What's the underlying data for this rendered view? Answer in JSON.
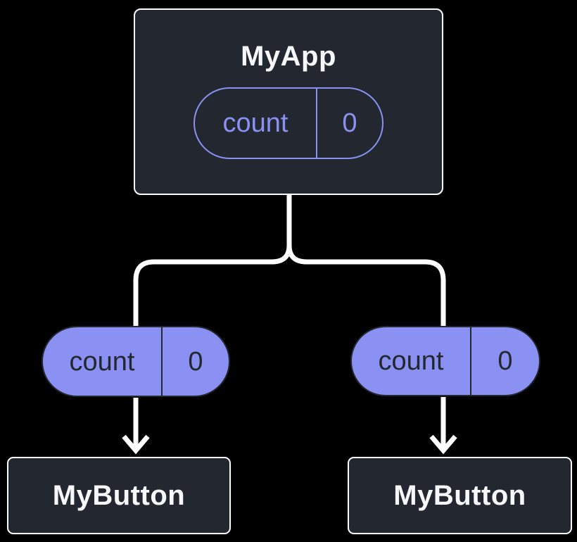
{
  "diagram": {
    "description": "Component tree state diagram",
    "colors": {
      "background": "#000000",
      "node_fill": "#23272F",
      "node_border": "#FFFFFF",
      "node_text": "#F6F7F9",
      "purple": "#8A91F2",
      "pill_dark_text": "#23272F",
      "connector": "#FFFFFF"
    },
    "root": {
      "title": "MyApp",
      "state": {
        "name": "count",
        "value": "0"
      }
    },
    "children": [
      {
        "title": "MyButton",
        "prop": {
          "name": "count",
          "value": "0"
        }
      },
      {
        "title": "MyButton",
        "prop": {
          "name": "count",
          "value": "0"
        }
      }
    ]
  }
}
